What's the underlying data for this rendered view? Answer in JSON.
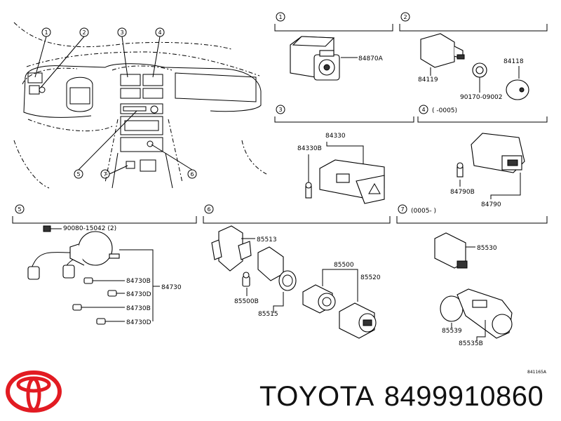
{
  "dashboard": {
    "callouts": [
      "1",
      "2",
      "3",
      "4",
      "5",
      "6",
      "7"
    ]
  },
  "sections": {
    "s1": {
      "num": "1",
      "parts": [
        "84870A"
      ]
    },
    "s2": {
      "num": "2",
      "parts": [
        "84119",
        "84118",
        "90170-09002"
      ]
    },
    "s3": {
      "num": "3",
      "parts": [
        "84330",
        "84330B"
      ]
    },
    "s4": {
      "num": "4",
      "note": "(    -0005)",
      "parts": [
        "84790B",
        "84790"
      ]
    },
    "s5": {
      "num": "5",
      "parts": [
        "90080-15042 (2)",
        "84730B",
        "84730D",
        "84730B",
        "84730D",
        "84730"
      ]
    },
    "s6": {
      "num": "6",
      "parts": [
        "85513",
        "85500B",
        "85515",
        "85500",
        "85520"
      ]
    },
    "s7": {
      "num": "7",
      "note": "(0005-    )",
      "parts": [
        "85530",
        "85539",
        "85535B"
      ]
    }
  },
  "ref_code": "841165A",
  "footer": {
    "brand": "TOYOTA",
    "part_number": "8499910860",
    "logo_color": "#e21b22"
  }
}
